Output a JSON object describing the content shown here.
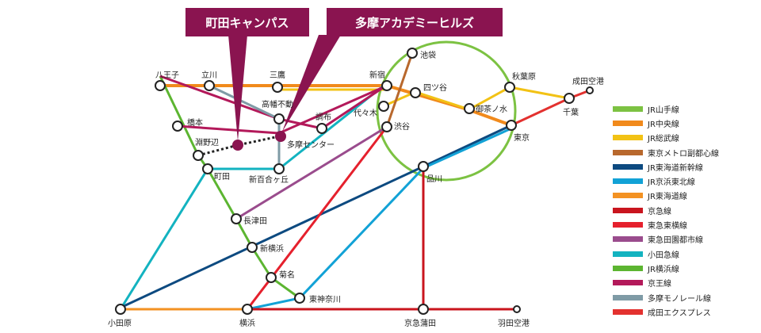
{
  "callouts": [
    {
      "id": "machida",
      "label": "町田キャンパス"
    },
    {
      "id": "tama",
      "label": "多摩アカデミーヒルズ"
    }
  ],
  "lines": [
    {
      "id": "yamanote",
      "name": "JR山手線",
      "color": "#7cc242"
    },
    {
      "id": "chuo",
      "name": "JR中央線",
      "color": "#f18a1c"
    },
    {
      "id": "sobu",
      "name": "JR総武線",
      "color": "#f2c215"
    },
    {
      "id": "fukutoshin",
      "name": "東京メトロ副都心線",
      "color": "#b8682d"
    },
    {
      "id": "tokaido-shinkansen",
      "name": "JR東海道新幹線",
      "color": "#0d4a80"
    },
    {
      "id": "keihin-tohoku",
      "name": "JR京浜東北線",
      "color": "#12a2d6"
    },
    {
      "id": "tokaido",
      "name": "JR東海道線",
      "color": "#f39223"
    },
    {
      "id": "keikyu",
      "name": "京急線",
      "color": "#c9151e"
    },
    {
      "id": "toyoko",
      "name": "東急東横線",
      "color": "#e5202d"
    },
    {
      "id": "den-en-toshi",
      "name": "東急田園都市線",
      "color": "#9a4c8d"
    },
    {
      "id": "odakyu",
      "name": "小田急線",
      "color": "#13b3c0"
    },
    {
      "id": "yokohama",
      "name": "JR横浜線",
      "color": "#5cb531"
    },
    {
      "id": "keio",
      "name": "京王線",
      "color": "#b3195a"
    },
    {
      "id": "tama-monorail",
      "name": "多摩モノレール線",
      "color": "#7f9ba6"
    },
    {
      "id": "narita-express",
      "name": "成田エクスプレス",
      "color": "#e3312f"
    }
  ],
  "stations": [
    {
      "id": "hachioji",
      "name": "八王子"
    },
    {
      "id": "tachikawa",
      "name": "立川"
    },
    {
      "id": "mitaka",
      "name": "三鷹"
    },
    {
      "id": "shinjuku",
      "name": "新宿"
    },
    {
      "id": "ikebukuro",
      "name": "池袋"
    },
    {
      "id": "yotsuya",
      "name": "四ツ谷"
    },
    {
      "id": "akihabara",
      "name": "秋葉原"
    },
    {
      "id": "narita-airport",
      "name": "成田空港"
    },
    {
      "id": "chiba",
      "name": "千葉"
    },
    {
      "id": "ochanomizu",
      "name": "御茶ノ水"
    },
    {
      "id": "tokyo",
      "name": "東京"
    },
    {
      "id": "takahatafudo",
      "name": "高幡不動"
    },
    {
      "id": "yoyogi",
      "name": "代々木"
    },
    {
      "id": "chofu",
      "name": "調布"
    },
    {
      "id": "shibuya",
      "name": "渋谷"
    },
    {
      "id": "hashimoto",
      "name": "橋本"
    },
    {
      "id": "fuchinobe",
      "name": "淵野辺"
    },
    {
      "id": "tama-center",
      "name": "多摩センター"
    },
    {
      "id": "machida",
      "name": "町田"
    },
    {
      "id": "shinyurigaoka",
      "name": "新百合ヶ丘"
    },
    {
      "id": "shinagawa",
      "name": "品川"
    },
    {
      "id": "nagatsuta",
      "name": "長津田"
    },
    {
      "id": "shin-yokohama",
      "name": "新横浜"
    },
    {
      "id": "kikuna",
      "name": "菊名"
    },
    {
      "id": "higashikanagawa",
      "name": "東神奈川"
    },
    {
      "id": "odawara",
      "name": "小田原"
    },
    {
      "id": "yokohama",
      "name": "横浜"
    },
    {
      "id": "keikyu-kamata",
      "name": "京急蒲田"
    },
    {
      "id": "haneda-airport",
      "name": "羽田空港"
    }
  ]
}
